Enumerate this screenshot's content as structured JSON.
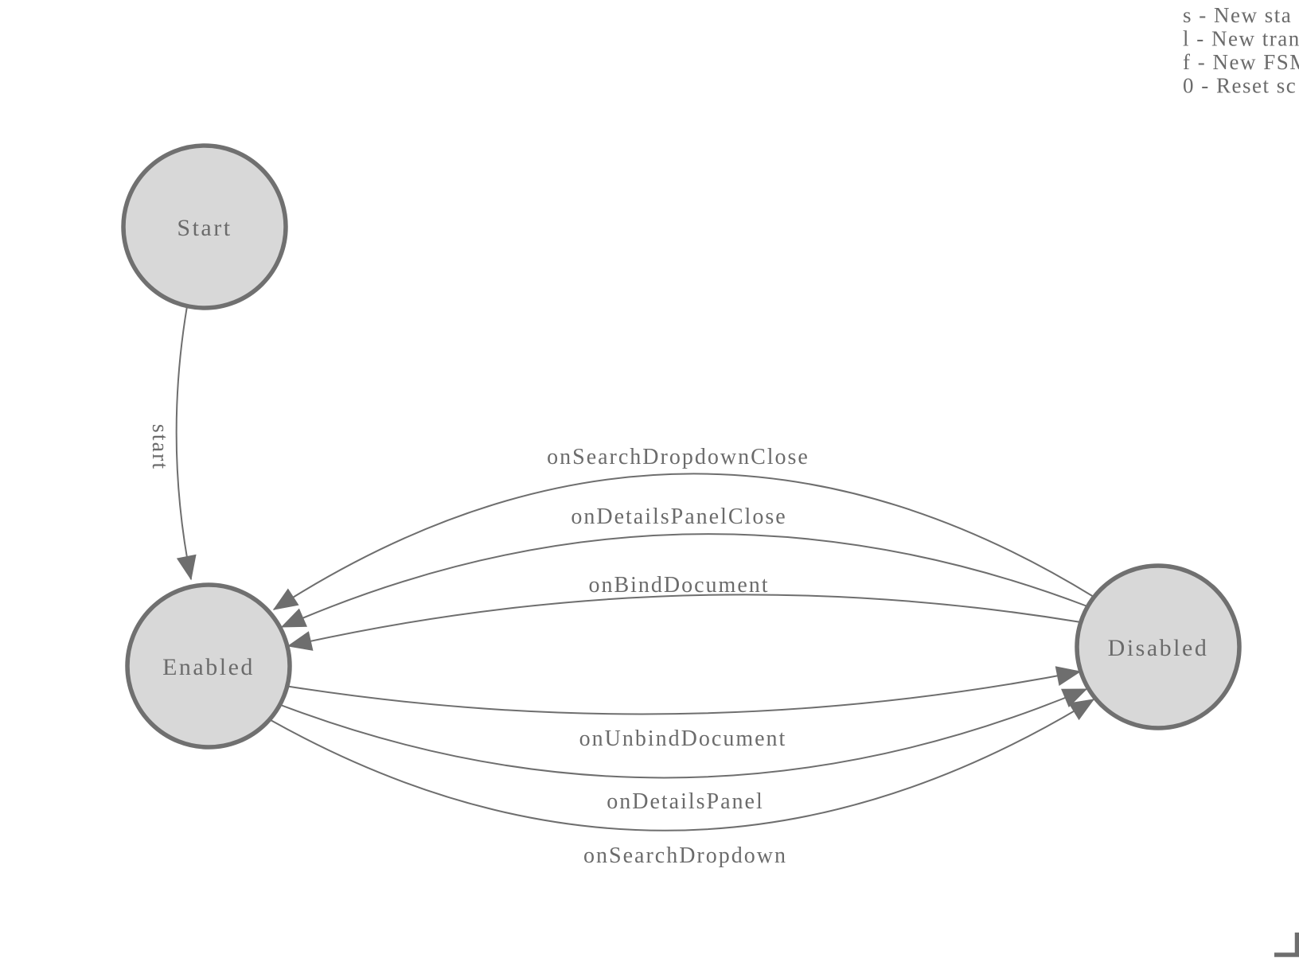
{
  "legend": {
    "shortcuts": [
      "s - New sta",
      "l - New tran",
      "f - New FSM",
      "0 - Reset sc"
    ]
  },
  "fsm": {
    "nodes": [
      {
        "id": "start",
        "label": "Start"
      },
      {
        "id": "enabled",
        "label": "Enabled"
      },
      {
        "id": "disabled",
        "label": "Disabled"
      }
    ],
    "edges": [
      {
        "label": "start",
        "from": "Start",
        "to": "Enabled"
      },
      {
        "label": "onSearchDropdownClose",
        "from": "Disabled",
        "to": "Enabled"
      },
      {
        "label": "onDetailsPanelClose",
        "from": "Disabled",
        "to": "Enabled"
      },
      {
        "label": "onBindDocument",
        "from": "Disabled",
        "to": "Enabled"
      },
      {
        "label": "onUnbindDocument",
        "from": "Enabled",
        "to": "Disabled"
      },
      {
        "label": "onDetailsPanel",
        "from": "Enabled",
        "to": "Disabled"
      },
      {
        "label": "onSearchDropdown",
        "from": "Enabled",
        "to": "Disabled"
      }
    ]
  },
  "colors": {
    "background": "#ffffff",
    "node_fill": "#d8d8d8",
    "node_border": "#707070",
    "edge_stroke": "#6e6e6e",
    "arrow_fill": "#6e6e6e",
    "label_text": "#6b6b6b"
  }
}
